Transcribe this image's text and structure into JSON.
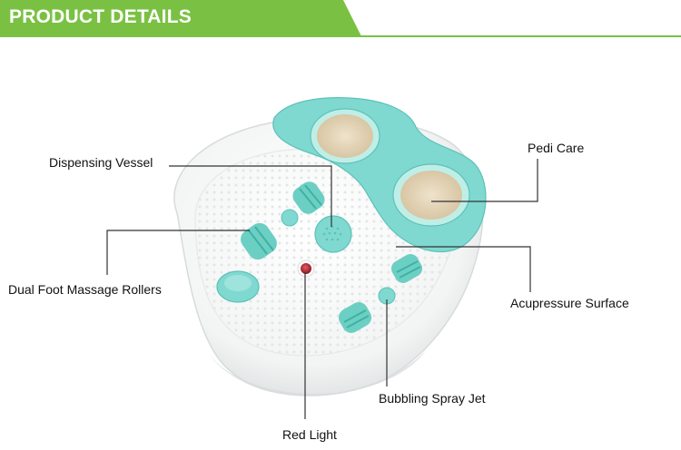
{
  "header": {
    "title": "PRODUCT DETAILS"
  },
  "colors": {
    "banner_green": "#7ac143",
    "accent_teal": "#7fd9d0"
  },
  "labels": {
    "dispensing_vessel": "Dispensing Vessel",
    "pedi_care": "Pedi Care",
    "dual_foot_massage_rollers": "Dual Foot Massage Rollers",
    "acupressure_surface": "Acupressure Surface",
    "bubbling_spray_jet": "Bubbling Spray Jet",
    "red_light": "Red Light"
  }
}
